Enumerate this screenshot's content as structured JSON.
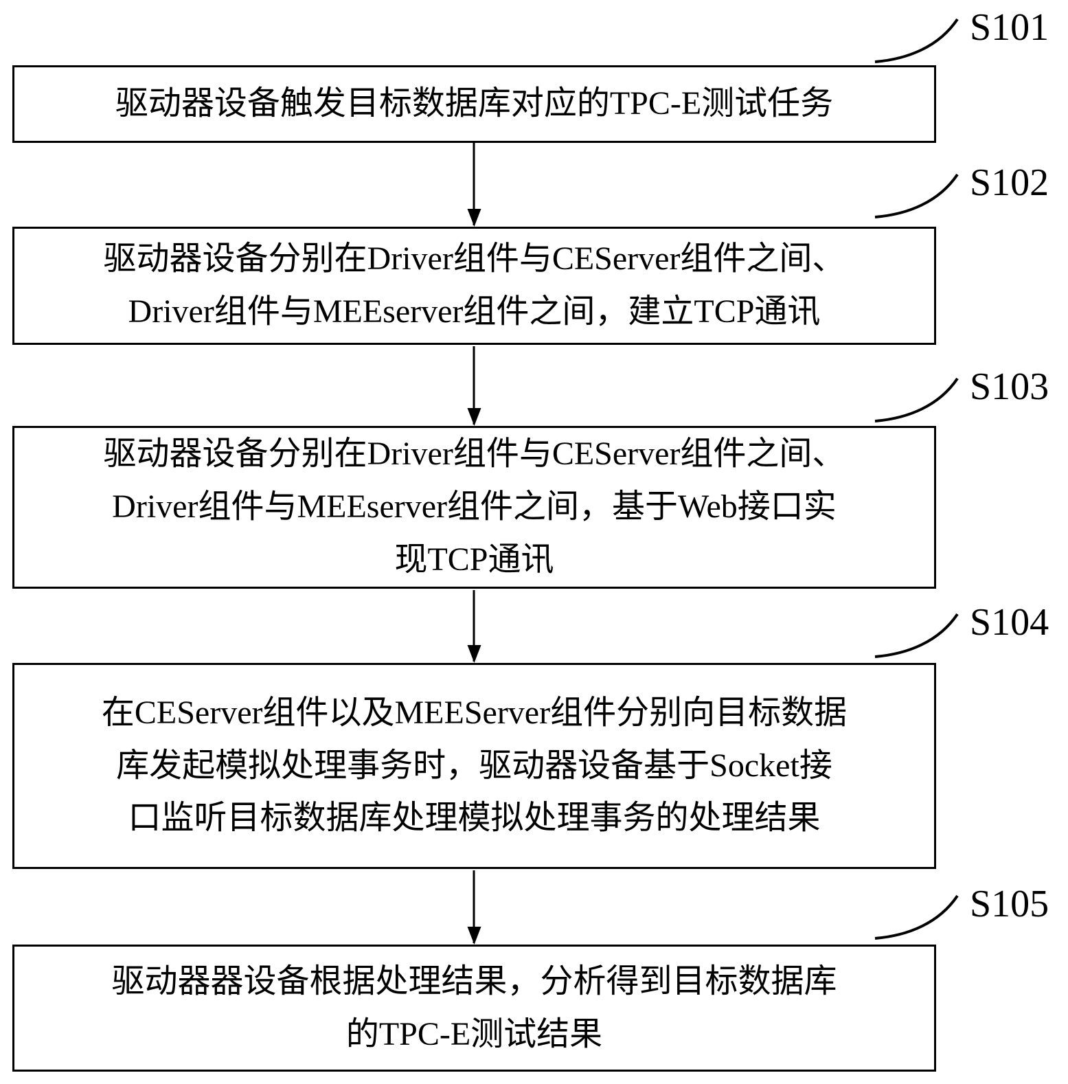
{
  "figure": {
    "type": "flowchart",
    "background_color": "#ffffff",
    "line_color": "#000000",
    "steps": [
      {
        "label": "S101",
        "text": "驱动器设备触发目标数据库对应的TPC-E测试任务"
      },
      {
        "label": "S102",
        "text": "驱动器设备分别在Driver组件与CEServer组件之间、\nDriver组件与MEEserver组件之间，建立TCP通讯"
      },
      {
        "label": "S103",
        "text": "驱动器设备分别在Driver组件与CEServer组件之间、\nDriver组件与MEEserver组件之间，基于Web接口实\n现TCP通讯"
      },
      {
        "label": "S104",
        "text": "在CEServer组件以及MEEServer组件分别向目标数据\n库发起模拟处理事务时，驱动器设备基于Socket接\n口监听目标数据库处理模拟处理事务的处理结果"
      },
      {
        "label": "S105",
        "text": "驱动器器设备根据处理结果，分析得到目标数据库\n的TPC-E测试结果"
      }
    ]
  }
}
